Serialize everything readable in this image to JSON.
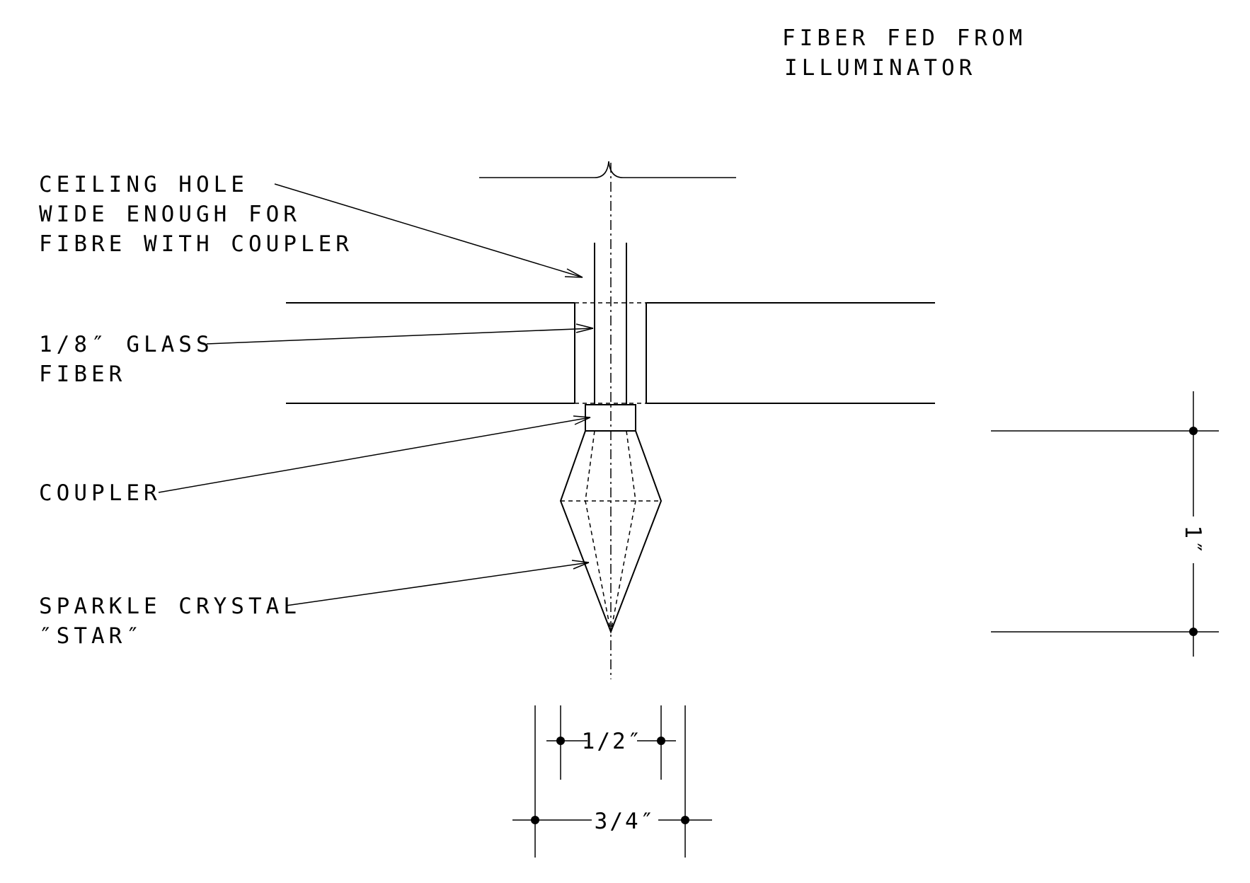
{
  "labels": {
    "fiber_fed_line1": "FIBER FED FROM",
    "fiber_fed_line2": "ILLUMINATOR",
    "ceiling_hole_line1": "CEILING HOLE",
    "ceiling_hole_line2": "WIDE ENOUGH FOR",
    "ceiling_hole_line3": "FIBRE WITH COUPLER",
    "glass_fiber_line1": "1/8″ GLASS",
    "glass_fiber_line2": "FIBER",
    "coupler": "COUPLER",
    "sparkle_line1": "SPARKLE CRYSTAL",
    "sparkle_line2": "″STAR″"
  },
  "dimensions": {
    "height": "1″",
    "inner_width": "1/2″",
    "outer_width": "3/4″"
  }
}
